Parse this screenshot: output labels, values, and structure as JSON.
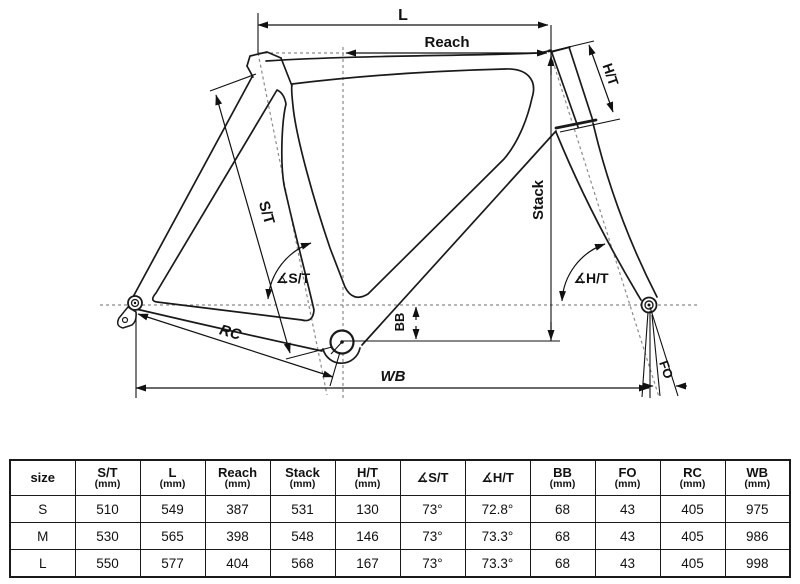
{
  "diagram": {
    "labels": {
      "l": "L",
      "reach": "Reach",
      "ht": "H/T",
      "st": "S/T",
      "stack": "Stack",
      "angle_st": "∡S/T",
      "angle_ht": "∡H/T",
      "bb": "BB",
      "rc": "RC",
      "wb": "WB",
      "fo": "FO"
    }
  },
  "table": {
    "columns": [
      {
        "label": "size",
        "sub": ""
      },
      {
        "label": "S/T",
        "sub": "(mm)"
      },
      {
        "label": "L",
        "sub": "(mm)"
      },
      {
        "label": "Reach",
        "sub": "(mm)"
      },
      {
        "label": "Stack",
        "sub": "(mm)"
      },
      {
        "label": "H/T",
        "sub": "(mm)"
      },
      {
        "label": "∡S/T",
        "sub": ""
      },
      {
        "label": "∡H/T",
        "sub": ""
      },
      {
        "label": "BB",
        "sub": "(mm)"
      },
      {
        "label": "FO",
        "sub": "(mm)"
      },
      {
        "label": "RC",
        "sub": "(mm)"
      },
      {
        "label": "WB",
        "sub": "(mm)"
      }
    ],
    "rows": [
      {
        "size": "S",
        "values": [
          "510",
          "549",
          "387",
          "531",
          "130",
          "73°",
          "72.8°",
          "68",
          "43",
          "405",
          "975"
        ]
      },
      {
        "size": "M",
        "values": [
          "530",
          "565",
          "398",
          "548",
          "146",
          "73°",
          "73.3°",
          "68",
          "43",
          "405",
          "986"
        ]
      },
      {
        "size": "L",
        "values": [
          "550",
          "577",
          "404",
          "568",
          "167",
          "73°",
          "73.3°",
          "68",
          "43",
          "405",
          "998"
        ]
      }
    ]
  },
  "colors": {
    "line": "#1a1a1a",
    "dimension": "#111111",
    "dashed": "#8a8a8a",
    "background": "#ffffff"
  }
}
